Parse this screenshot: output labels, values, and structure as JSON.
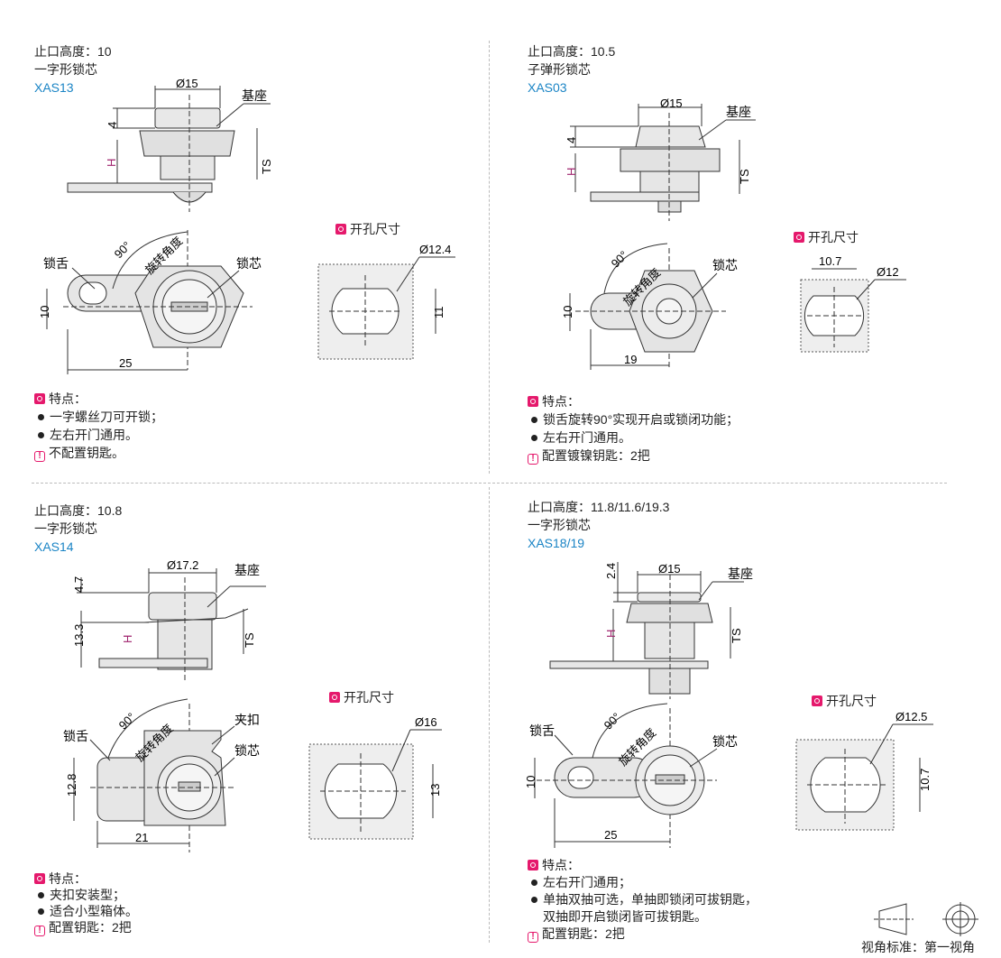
{
  "panels": [
    {
      "height_label": "止口高度：10",
      "core_type": "一字形锁芯",
      "model": "XAS13",
      "labels": {
        "dia": "Ø15",
        "base": "基座",
        "h4": "4",
        "H": "H",
        "TS": "TS",
        "angle": "90°",
        "rot": "旋转角度",
        "tongue": "锁舌",
        "core": "锁芯",
        "w": "10",
        "len": "25"
      },
      "cutout": {
        "title": "开孔尺寸",
        "dia": "Ø12.4",
        "dim": "11"
      },
      "features_title": "特点：",
      "features": [
        "一字螺丝刀可开锁；",
        "左右开门通用。"
      ],
      "note": "不配置钥匙。"
    },
    {
      "height_label": "止口高度：10.5",
      "core_type": "子弹形锁芯",
      "model": "XAS03",
      "labels": {
        "dia": "Ø15",
        "base": "基座",
        "h4": "4",
        "H": "H",
        "TS": "TS",
        "angle": "90°",
        "rot": "旋转角度",
        "core": "锁芯",
        "w": "10",
        "len": "19"
      },
      "cutout": {
        "title": "开孔尺寸",
        "dim_top": "10.7",
        "dia": "Ø12"
      },
      "features_title": "特点：",
      "features": [
        "锁舌旋转90°实现开启或锁闭功能；",
        "左右开门通用。"
      ],
      "note": "配置镀镍钥匙：2把"
    },
    {
      "height_label": "止口高度：10.8",
      "core_type": "一字形锁芯",
      "model": "XAS14",
      "labels": {
        "dia": "Ø17.2",
        "base": "基座",
        "h4": "4.7",
        "H": "H",
        "h133": "13.3",
        "TS": "TS",
        "angle": "90°",
        "rot": "旋转角度",
        "clip": "夹扣",
        "tongue": "锁舌",
        "core": "锁芯",
        "w": "12.8",
        "len": "21"
      },
      "cutout": {
        "title": "开孔尺寸",
        "dia": "Ø16",
        "dim": "13"
      },
      "features_title": "特点：",
      "features": [
        "夹扣安装型；",
        "适合小型箱体。"
      ],
      "note": "配置钥匙：2把"
    },
    {
      "height_label": "止口高度：11.8/11.6/19.3",
      "core_type": "一字形锁芯",
      "model": "XAS18/19",
      "labels": {
        "dia": "Ø15",
        "base": "基座",
        "h4": "2.4",
        "H": "H",
        "TS": "TS",
        "angle": "90°",
        "rot": "旋转角度",
        "tongue": "锁舌",
        "core": "锁芯",
        "w": "10",
        "len": "25"
      },
      "cutout": {
        "title": "开孔尺寸",
        "dia": "Ø12.5",
        "dim": "10.7"
      },
      "features_title": "特点：",
      "features": [
        "左右开门通用；",
        "单抽双抽可选，单抽即锁闭可拔钥匙，",
        "双抽即开启锁闭皆可拔钥匙。"
      ],
      "note": "配置钥匙：2把"
    }
  ],
  "projection": {
    "label": "视角标准：第一视角"
  },
  "colors": {
    "accent": "#e5196c",
    "model": "#1a84c5",
    "H": "#a0246e"
  }
}
